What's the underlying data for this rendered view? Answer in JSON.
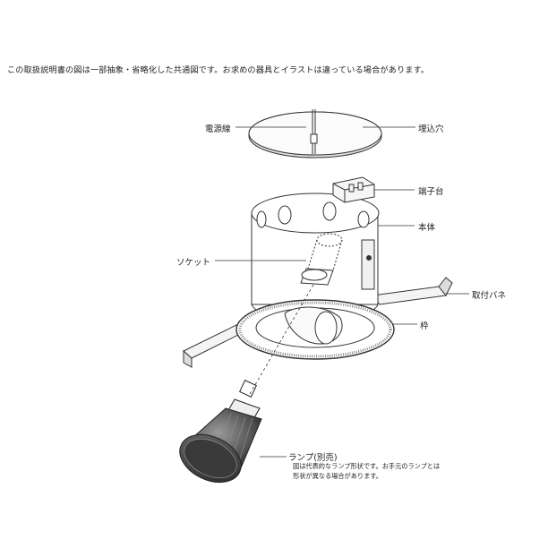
{
  "header_note": "この取扱説明書の図は一部抽象・省略化した共通図です。お求めの器具とイラストは違っている場合があります。",
  "labels": {
    "power_cord": "電源線",
    "ceiling_hole": "埋込穴",
    "terminal_block": "端子台",
    "body": "本体",
    "socket": "ソケット",
    "mounting_spring": "取付バネ",
    "frame": "枠",
    "lamp": "ランプ(別売)"
  },
  "lamp_note": {
    "line1": "図は代表的なランプ形状です。お手元のランプとは",
    "line2": "形状が異なる場合があります。"
  }
}
